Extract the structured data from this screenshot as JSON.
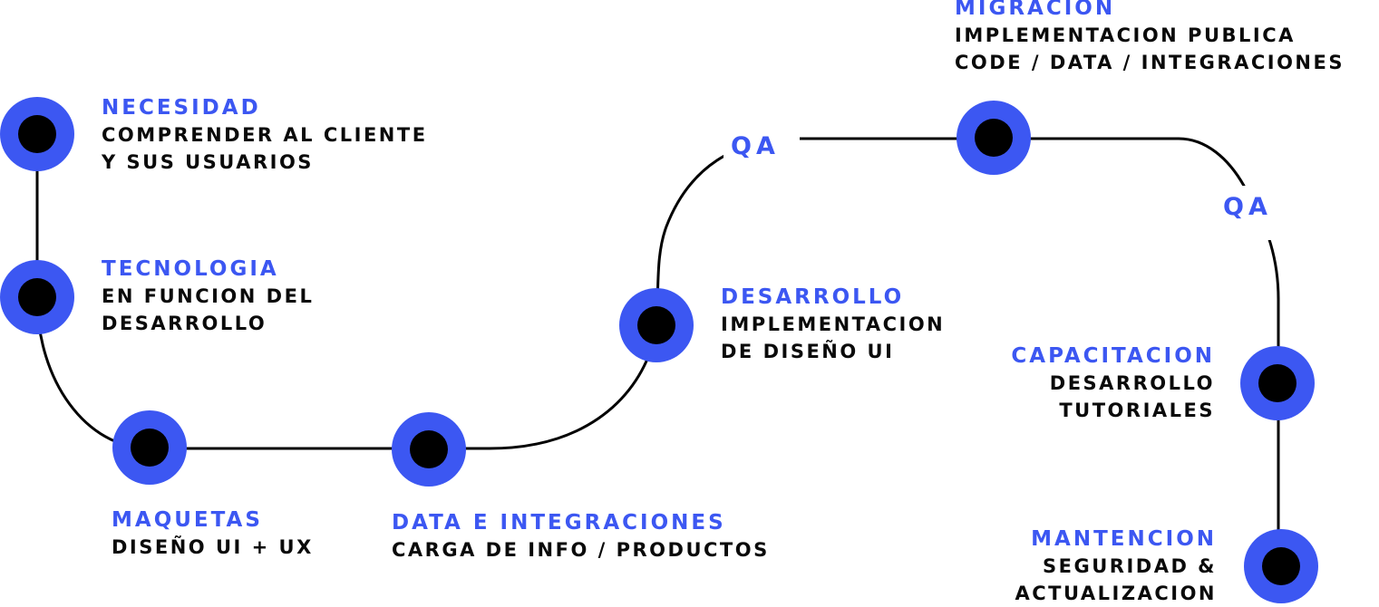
{
  "colors": {
    "accent": "#3c57f2",
    "node_center": "#000000",
    "line": "#000000",
    "text": "#0a0a0a"
  },
  "steps": [
    {
      "title": "NECESIDAD",
      "lines": [
        "COMPRENDER AL CLIENTE",
        "Y SUS USUARIOS"
      ]
    },
    {
      "title": "TECNOLOGIA",
      "lines": [
        "EN FUNCION DEL",
        "DESARROLLO"
      ]
    },
    {
      "title": "MAQUETAS",
      "lines": [
        "DISEÑO UI + UX"
      ]
    },
    {
      "title": "DATA E INTEGRACIONES",
      "lines": [
        "CARGA DE INFO / PRODUCTOS"
      ]
    },
    {
      "title": "DESARROLLO",
      "lines": [
        "IMPLEMENTACION",
        "DE DISEÑO UI"
      ]
    },
    {
      "title": "MIGRACION",
      "lines": [
        "IMPLEMENTACION PUBLICA",
        "CODE / DATA / INTEGRACIONES"
      ]
    },
    {
      "title": "CAPACITACION",
      "lines": [
        "DESARROLLO",
        "TUTORIALES"
      ]
    },
    {
      "title": "MANTENCION",
      "lines": [
        "SEGURIDAD &",
        "ACTUALIZACION"
      ]
    }
  ],
  "qa_labels": [
    "QA",
    "QA"
  ]
}
